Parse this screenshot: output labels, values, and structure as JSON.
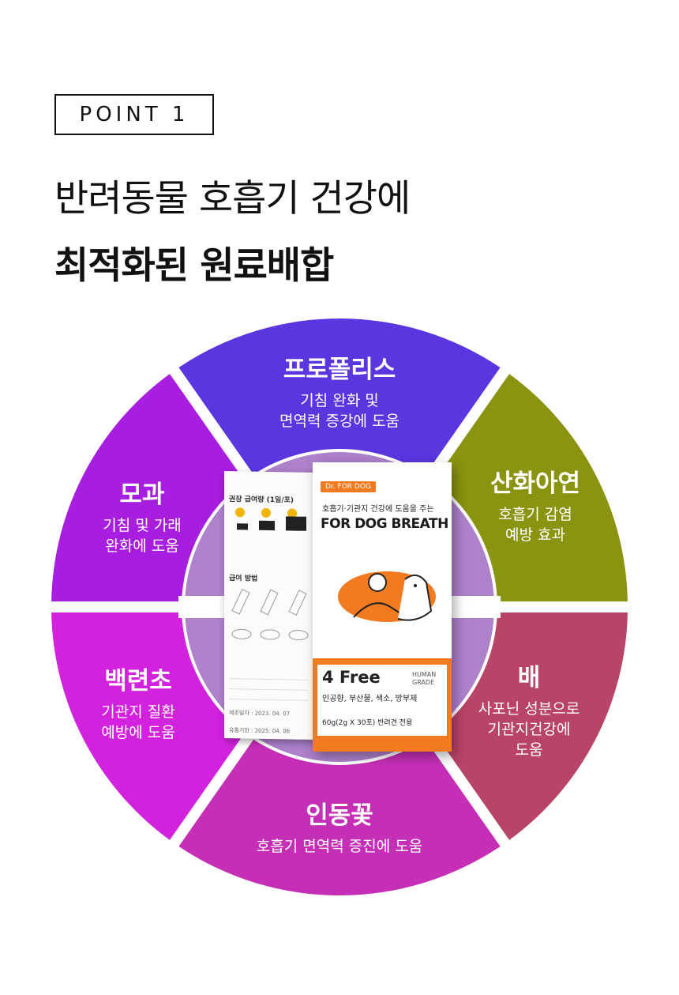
{
  "badge": "POINT 1",
  "headline": {
    "line1": "반려동물 호흡기 건강에",
    "line2": "최적화된 원료배합"
  },
  "segments": [
    {
      "title": "프로폴리스",
      "desc1": "기침 완화 및",
      "desc2": "면역력 증강에 도움",
      "color": "#5b35e0"
    },
    {
      "title": "산화아연",
      "desc1": "호흡기 감염",
      "desc2": "예방 효과",
      "color": "#8a9410"
    },
    {
      "title": "배",
      "desc1": "사포닌 성분으로",
      "desc2": "기관지건강에",
      "desc3": "도움",
      "color": "#b84466"
    },
    {
      "title": "인동꽃",
      "desc1": "호흡기 면역력 증진에 도움",
      "color": "#c52fb6"
    },
    {
      "title": "백련초",
      "desc1": "기관지 질환",
      "desc2": "예방에 도움",
      "color": "#d322de"
    },
    {
      "title": "모과",
      "desc1": "기침 및 가래",
      "desc2": "완화에 도움",
      "color": "#a81ee0"
    }
  ],
  "product": {
    "brand": "Dr. FOR DOG",
    "subtitle": "호흡기·기관지 건강에 도움을 주는",
    "name": "FOR DOG BREATH",
    "free": "4 Free",
    "ingredients": "인공향, 부산물, 색소, 방부제",
    "net": "60g(2g X 30포)  반려견 전용",
    "human": "HUMAN GRADE",
    "side_title": "권장 급여량 (1일/포)",
    "side_method": "급여 방법",
    "date1": "제조일자 : 2023. 04. 07",
    "date2": "유통기한 : 2025. 04. 06"
  }
}
